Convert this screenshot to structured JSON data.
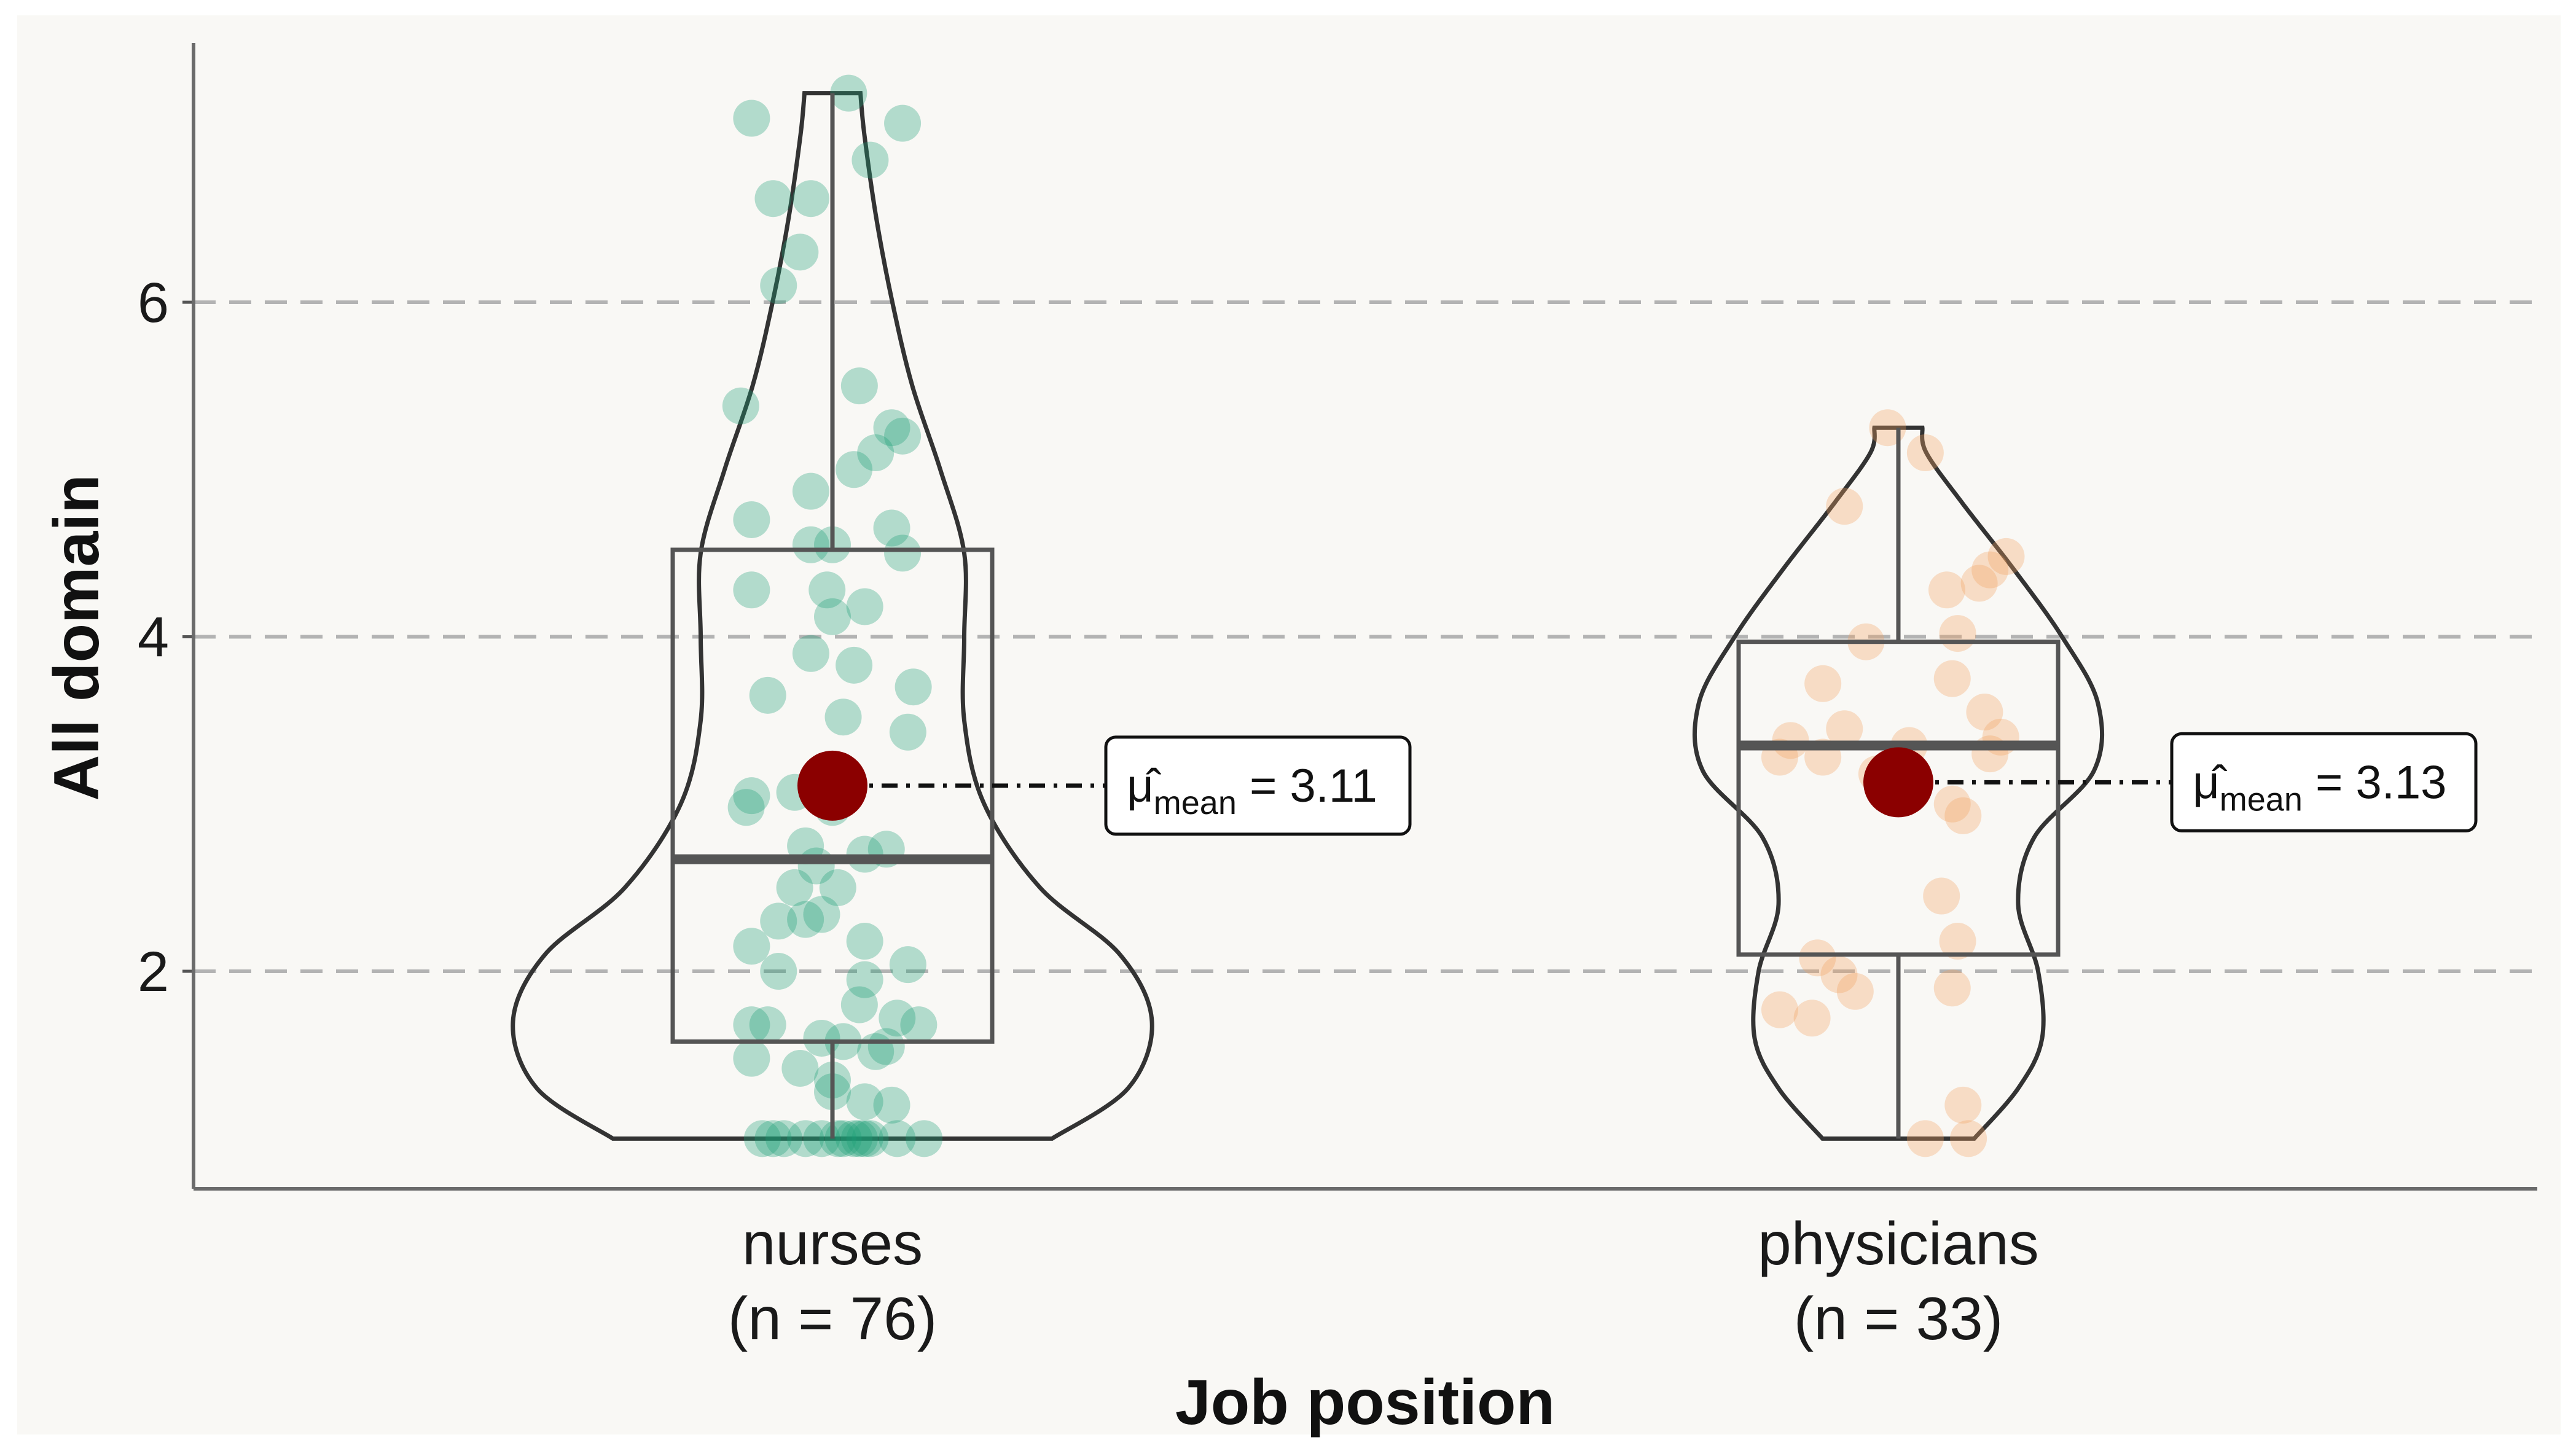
{
  "chart_data": {
    "type": "violin-box-scatter",
    "xlabel": "Job position",
    "ylabel": "All domain",
    "ylim": [
      0.7,
      7.55
    ],
    "yticks": [
      2,
      4,
      6
    ],
    "grid": "horizontal dashed at ticks",
    "colors": {
      "background": "#f9f8f5",
      "nurses": "#1b9e77",
      "physicians": "#f4a261",
      "mean_point": "#8b0000",
      "outline": "#333333",
      "grid": "#b3b3b3"
    },
    "groups": [
      {
        "name": "nurses",
        "n_label": "(n = 76)",
        "mean_symbol": "μ̂",
        "mean_subscript": "mean",
        "mean_value_text": " = 3.11",
        "mean": 3.11,
        "box": {
          "q1": 1.58,
          "median": 2.67,
          "q3": 4.52,
          "min": 1.0,
          "max": 7.25
        },
        "violin_profile": [
          [
            1.0,
            0.55
          ],
          [
            1.3,
            0.74
          ],
          [
            1.7,
            0.8
          ],
          [
            2.1,
            0.72
          ],
          [
            2.5,
            0.52
          ],
          [
            3.0,
            0.38
          ],
          [
            3.5,
            0.33
          ],
          [
            4.0,
            0.33
          ],
          [
            4.5,
            0.33
          ],
          [
            5.0,
            0.27
          ],
          [
            5.5,
            0.2
          ],
          [
            6.0,
            0.15
          ],
          [
            6.5,
            0.11
          ],
          [
            7.0,
            0.08
          ],
          [
            7.25,
            0.07
          ]
        ],
        "points": [
          [
            -0.15,
            7.1
          ],
          [
            0.03,
            7.25
          ],
          [
            0.13,
            7.07
          ],
          [
            0.07,
            6.85
          ],
          [
            -0.11,
            6.62
          ],
          [
            -0.04,
            6.62
          ],
          [
            -0.06,
            6.3
          ],
          [
            -0.1,
            6.1
          ],
          [
            -0.17,
            5.38
          ],
          [
            0.05,
            5.5
          ],
          [
            0.11,
            5.25
          ],
          [
            0.08,
            5.1
          ],
          [
            0.13,
            5.2
          ],
          [
            -0.04,
            4.87
          ],
          [
            0.04,
            5.0
          ],
          [
            -0.15,
            4.7
          ],
          [
            0.11,
            4.65
          ],
          [
            -0.04,
            4.55
          ],
          [
            0.0,
            4.55
          ],
          [
            0.13,
            4.5
          ],
          [
            -0.15,
            4.28
          ],
          [
            -0.01,
            4.28
          ],
          [
            0.06,
            4.18
          ],
          [
            0.0,
            4.12
          ],
          [
            -0.04,
            3.9
          ],
          [
            0.04,
            3.83
          ],
          [
            -0.12,
            3.65
          ],
          [
            0.15,
            3.7
          ],
          [
            0.02,
            3.52
          ],
          [
            0.14,
            3.43
          ],
          [
            -0.15,
            3.05
          ],
          [
            -0.16,
            2.98
          ],
          [
            -0.07,
            3.07
          ],
          [
            0.0,
            2.98
          ],
          [
            -0.05,
            2.75
          ],
          [
            0.06,
            2.7
          ],
          [
            0.1,
            2.73
          ],
          [
            -0.03,
            2.63
          ],
          [
            -0.07,
            2.5
          ],
          [
            0.01,
            2.5
          ],
          [
            -0.1,
            2.3
          ],
          [
            -0.05,
            2.31
          ],
          [
            -0.02,
            2.34
          ],
          [
            0.06,
            2.18
          ],
          [
            -0.15,
            2.15
          ],
          [
            0.14,
            2.04
          ],
          [
            -0.1,
            2.0
          ],
          [
            0.06,
            1.95
          ],
          [
            0.05,
            1.8
          ],
          [
            0.12,
            1.72
          ],
          [
            0.16,
            1.68
          ],
          [
            -0.15,
            1.68
          ],
          [
            -0.12,
            1.68
          ],
          [
            -0.02,
            1.6
          ],
          [
            0.02,
            1.58
          ],
          [
            0.1,
            1.55
          ],
          [
            0.08,
            1.52
          ],
          [
            -0.15,
            1.48
          ],
          [
            -0.06,
            1.42
          ],
          [
            0.0,
            1.35
          ],
          [
            0.0,
            1.28
          ],
          [
            0.06,
            1.22
          ],
          [
            0.11,
            1.2
          ],
          [
            -0.05,
            1.0
          ],
          [
            0.01,
            1.0
          ],
          [
            0.04,
            1.0
          ],
          [
            0.06,
            1.0
          ],
          [
            -0.11,
            1.0
          ],
          [
            0.07,
            1.0
          ],
          [
            0.12,
            1.0
          ],
          [
            -0.09,
            1.0
          ],
          [
            0.02,
            1.0
          ],
          [
            0.05,
            1.0
          ],
          [
            0.17,
            1.0
          ],
          [
            -0.13,
            1.0
          ],
          [
            -0.02,
            1.0
          ]
        ]
      },
      {
        "name": "physicians",
        "n_label": "(n = 33)",
        "mean_symbol": "μ̂",
        "mean_subscript": "mean",
        "mean_value_text": " = 3.13",
        "mean": 3.13,
        "box": {
          "q1": 2.1,
          "median": 3.35,
          "q3": 3.97,
          "min": 1.0,
          "max": 5.25
        },
        "violin_profile": [
          [
            1.0,
            0.19
          ],
          [
            1.3,
            0.3
          ],
          [
            1.6,
            0.36
          ],
          [
            2.0,
            0.35
          ],
          [
            2.4,
            0.3
          ],
          [
            2.8,
            0.34
          ],
          [
            3.2,
            0.49
          ],
          [
            3.6,
            0.5
          ],
          [
            4.0,
            0.41
          ],
          [
            4.4,
            0.29
          ],
          [
            4.8,
            0.16
          ],
          [
            5.1,
            0.07
          ],
          [
            5.25,
            0.06
          ]
        ],
        "points": [
          [
            -0.02,
            5.25
          ],
          [
            0.05,
            5.1
          ],
          [
            -0.1,
            4.78
          ],
          [
            0.2,
            4.48
          ],
          [
            0.17,
            4.4
          ],
          [
            0.15,
            4.32
          ],
          [
            0.09,
            4.28
          ],
          [
            0.11,
            4.02
          ],
          [
            -0.06,
            3.97
          ],
          [
            0.1,
            3.75
          ],
          [
            -0.14,
            3.72
          ],
          [
            -0.1,
            3.45
          ],
          [
            0.16,
            3.55
          ],
          [
            0.19,
            3.4
          ],
          [
            -0.2,
            3.38
          ],
          [
            0.02,
            3.35
          ],
          [
            0.17,
            3.3
          ],
          [
            -0.14,
            3.28
          ],
          [
            -0.22,
            3.28
          ],
          [
            -0.04,
            3.18
          ],
          [
            0.1,
            3.0
          ],
          [
            0.12,
            2.93
          ],
          [
            0.08,
            2.45
          ],
          [
            0.11,
            2.18
          ],
          [
            -0.15,
            2.08
          ],
          [
            -0.11,
            1.98
          ],
          [
            -0.08,
            1.88
          ],
          [
            0.1,
            1.9
          ],
          [
            -0.22,
            1.77
          ],
          [
            -0.16,
            1.72
          ],
          [
            0.12,
            1.2
          ],
          [
            0.05,
            1.0
          ],
          [
            0.13,
            1.0
          ]
        ]
      }
    ]
  }
}
